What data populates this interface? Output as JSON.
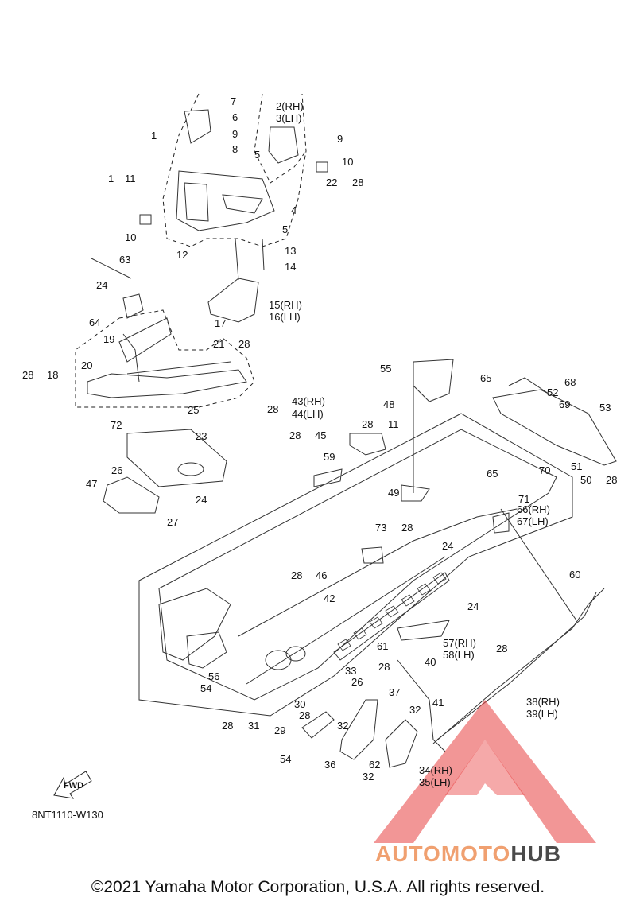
{
  "diagram_code": "8NT1110-W130",
  "fwd_label": "FWD",
  "copyright": "©2021 Yamaha Motor Corporation, U.S.A. All rights reserved.",
  "watermark": {
    "part1": "AUTOMOTO",
    "part2": "HUB",
    "color_main": "#e84040",
    "color_text": "#f0a070"
  },
  "callouts": {
    "c7": "7",
    "c6": "6",
    "c1": "1",
    "c9a": "9",
    "c8": "8",
    "c2": "2(RH)",
    "c3": "3(LH)",
    "c9b": "9",
    "c10a": "10",
    "c5a": "5",
    "c11a": "1",
    "c11b": "11",
    "c22": "22",
    "c28a": "28",
    "c4": "4",
    "c10b": "10",
    "c5b": "5",
    "c12": "12",
    "c13": "13",
    "c14": "14",
    "c63": "63",
    "c24a": "24",
    "c15": "15(RH)",
    "c16": "16(LH)",
    "c64": "64",
    "c17": "17",
    "c19": "19",
    "c21": "21",
    "c28b": "28",
    "c28c": "28",
    "c18": "18",
    "c20": "20",
    "c25": "25",
    "c72": "72",
    "c23": "23",
    "c26a": "26",
    "c47": "47",
    "c24b": "24",
    "c27": "27",
    "c55": "55",
    "c65a": "65",
    "c48": "48",
    "c68": "68",
    "c52": "52",
    "c69": "69",
    "c53": "53",
    "c28d": "28",
    "c43": "43(RH)",
    "c44": "44(LH)",
    "c28e": "28",
    "c11c": "11",
    "c28f": "28",
    "c45": "45",
    "c59": "59",
    "c51": "51",
    "c70": "70",
    "c50": "50",
    "c28g": "28",
    "c49": "49",
    "c65b": "65",
    "c71": "71",
    "c66": "66(RH)",
    "c67": "67(LH)",
    "c73": "73",
    "c28h": "28",
    "c24c": "24",
    "c28i": "28",
    "c46": "46",
    "c60": "60",
    "c42": "42",
    "c24d": "24",
    "c57": "57(RH)",
    "c58": "58(LH)",
    "c28j": "28",
    "c61": "61",
    "c28k": "28",
    "c40": "40",
    "c56": "56",
    "c54a": "54",
    "c33": "33",
    "c26b": "26",
    "c37": "37",
    "c30": "30",
    "c28l": "28",
    "c41": "41",
    "c38": "38(RH)",
    "c39": "39(LH)",
    "c32a": "32",
    "c28m": "28",
    "c31": "31",
    "c29": "29",
    "c32b": "32",
    "c54b": "54",
    "c36": "36",
    "c62": "62",
    "c34": "34(RH)",
    "c35": "35(LH)",
    "c32c": "32"
  }
}
